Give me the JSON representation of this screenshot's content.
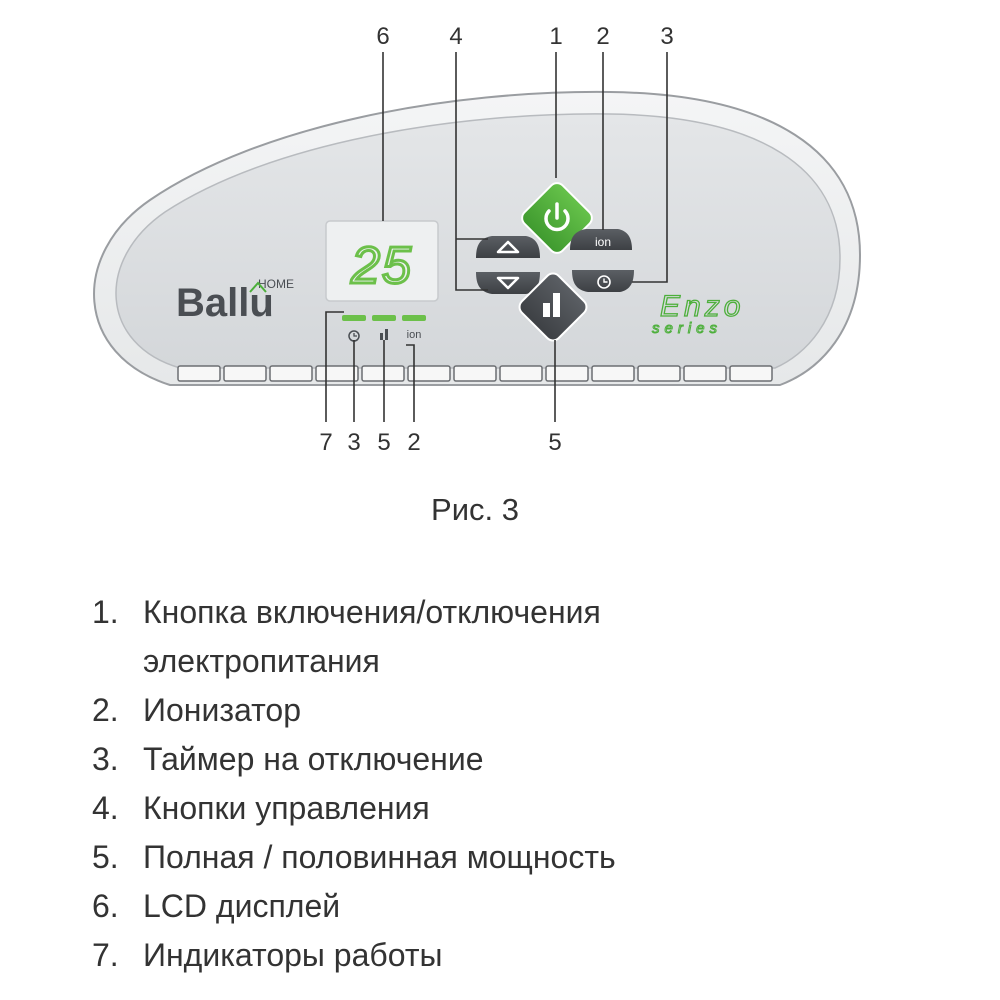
{
  "callouts": {
    "top": [
      "6",
      "4",
      "1",
      "2",
      "3"
    ],
    "bottom_left": [
      "7",
      "3",
      "5",
      "2"
    ],
    "bottom_center": "5"
  },
  "panel": {
    "brand": "Ballu",
    "brand_sup": "HOME",
    "display_value": "25",
    "ion_label": "ion",
    "series_script": "Enzo",
    "series_word": "series",
    "vent_slots": 13
  },
  "caption": "Рис. 3",
  "legend": [
    {
      "num": "1.",
      "text": "Кнопка включения/отключения электропитания"
    },
    {
      "num": "2.",
      "text": "Ионизатор"
    },
    {
      "num": "3.",
      "text": "Таймер на отключение"
    },
    {
      "num": "4.",
      "text": "Кнопки управления"
    },
    {
      "num": "5.",
      "text": "Полная / половинная мощность"
    },
    {
      "num": "6.",
      "text": "LCD дисплей"
    },
    {
      "num": "7.",
      "text": "Индикаторы работы"
    }
  ],
  "colors": {
    "accent_green": "#4caf3a",
    "display_green": "#6cc04a",
    "dark_button": "#4a4e53",
    "panel_face": "#dde0e2"
  }
}
